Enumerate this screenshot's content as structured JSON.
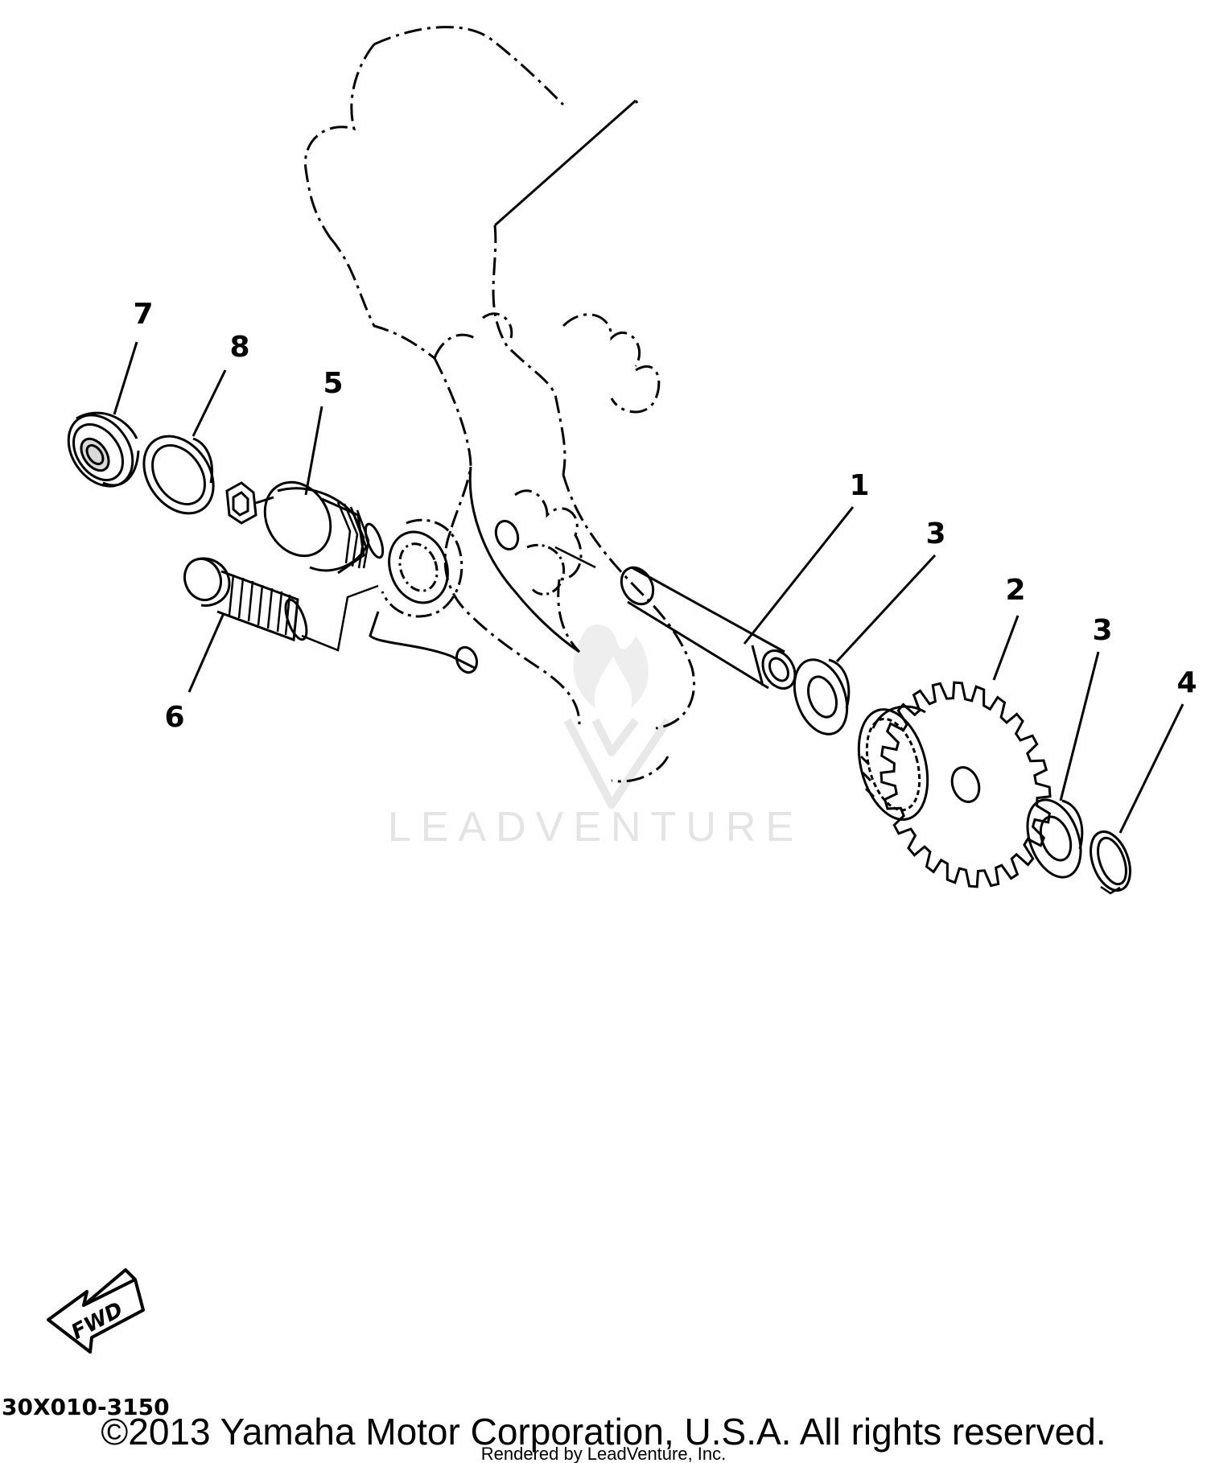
{
  "diagram": {
    "callouts": [
      {
        "id": "part-1",
        "label": "1"
      },
      {
        "id": "part-2",
        "label": "2"
      },
      {
        "id": "part-3a",
        "label": "3"
      },
      {
        "id": "part-3b",
        "label": "3"
      },
      {
        "id": "part-4",
        "label": "4"
      },
      {
        "id": "part-5",
        "label": "5"
      },
      {
        "id": "part-6",
        "label": "6"
      },
      {
        "id": "part-7",
        "label": "7"
      },
      {
        "id": "part-8",
        "label": "8"
      }
    ],
    "fwd_label": "FWD",
    "drawing_code": "30X010-3150",
    "watermark_text": "LEADVENTURE",
    "copyright": "©2013 Yamaha Motor Corporation, U.S.A. All rights reserved.",
    "rendered_by": "Rendered by LeadVenture, Inc.",
    "icons": [
      "fwd-arrow-icon",
      "leadventure-logo-icon"
    ],
    "colors": {
      "line": "#000000",
      "background": "#ffffff",
      "watermark": "#e6e6e6"
    }
  }
}
